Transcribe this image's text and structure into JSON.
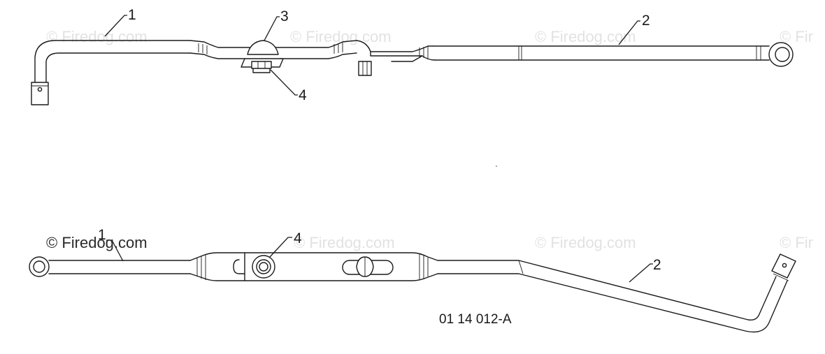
{
  "watermarks": {
    "copyright": "© Firedog.com",
    "partial": "© Fir"
  },
  "top_view": {
    "callouts": [
      "1",
      "2",
      "3",
      "4"
    ]
  },
  "bottom_view": {
    "callouts": [
      "1",
      "4",
      "2"
    ]
  },
  "part_number": "01 14 012-A"
}
